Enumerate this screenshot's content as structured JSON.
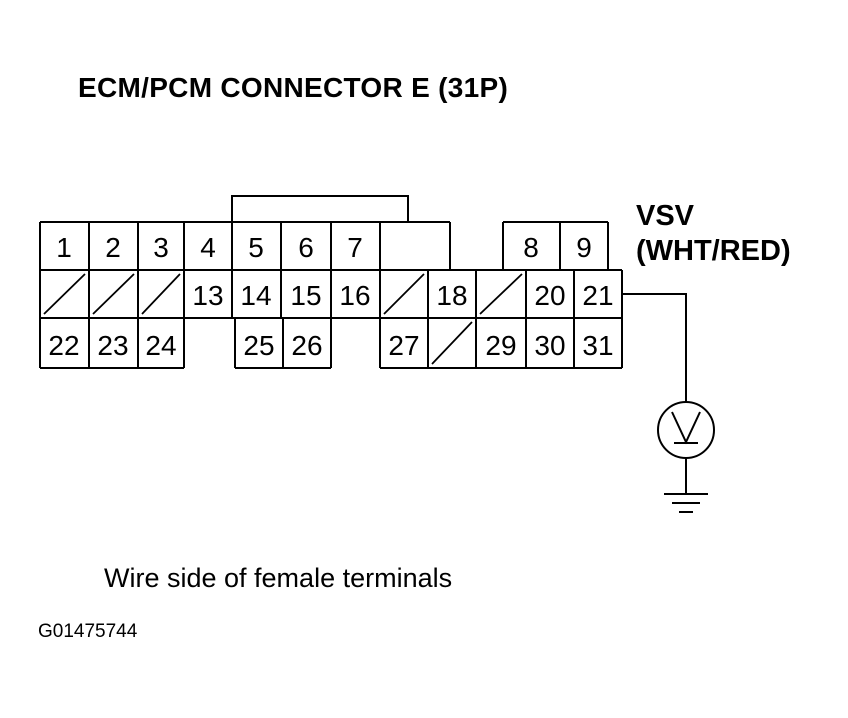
{
  "title": "ECM/PCM CONNECTOR E (31P)",
  "wire": {
    "name": "VSV",
    "color": "(WHT/RED)",
    "terminal": "21"
  },
  "caption": "Wire side of female terminals",
  "figure_id": "G01475744",
  "rows": [
    [
      "1",
      "2",
      "3",
      "4",
      "5",
      "6",
      "7",
      "",
      "8",
      "9"
    ],
    [
      "/",
      "/",
      "/",
      "13",
      "14",
      "15",
      "16",
      "/",
      "18",
      "/",
      "20",
      "21"
    ],
    [
      "22",
      "23",
      "24",
      "",
      "25",
      "26",
      "",
      "27",
      "/",
      "29",
      "30",
      "31"
    ]
  ],
  "icons": {
    "meter": "voltmeter-icon",
    "ground": "ground-icon"
  },
  "colors": {
    "line": "#000000",
    "background": "#ffffff"
  }
}
